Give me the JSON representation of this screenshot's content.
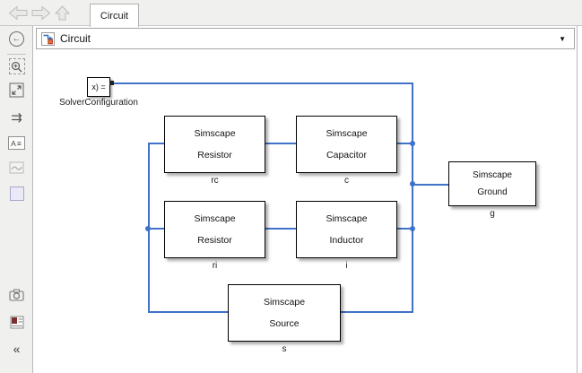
{
  "window": {
    "tab": "Circuit"
  },
  "breadcrumb": {
    "model": "Circuit",
    "dropdown_glyph": "▼"
  },
  "palette": {
    "back_circle_glyph": "←",
    "route_glyph": "⇉",
    "annotation_text": "A≡",
    "collapse_glyph": "«"
  },
  "diagram": {
    "solver": {
      "display_text": "x) =",
      "label": "SolverConfiguration"
    },
    "blocks": [
      {
        "line1": "Simscape",
        "line2": "Resistor",
        "label": "rc"
      },
      {
        "line1": "Simscape",
        "line2": "Capacitor",
        "label": "c"
      },
      {
        "line1": "Simscape",
        "line2": "Resistor",
        "label": "ri"
      },
      {
        "line1": "Simscape",
        "line2": "Inductor",
        "label": "i"
      },
      {
        "line1": "Simscape",
        "line2": "Source",
        "label": "s"
      },
      {
        "line1": "Simscape",
        "line2": "Ground",
        "label": "g"
      }
    ]
  },
  "colors": {
    "wire_blue": "#3f72c8",
    "chrome_background": "#f0f0ee",
    "block_border": "#000000",
    "chrome_border": "#b9b9b9"
  }
}
